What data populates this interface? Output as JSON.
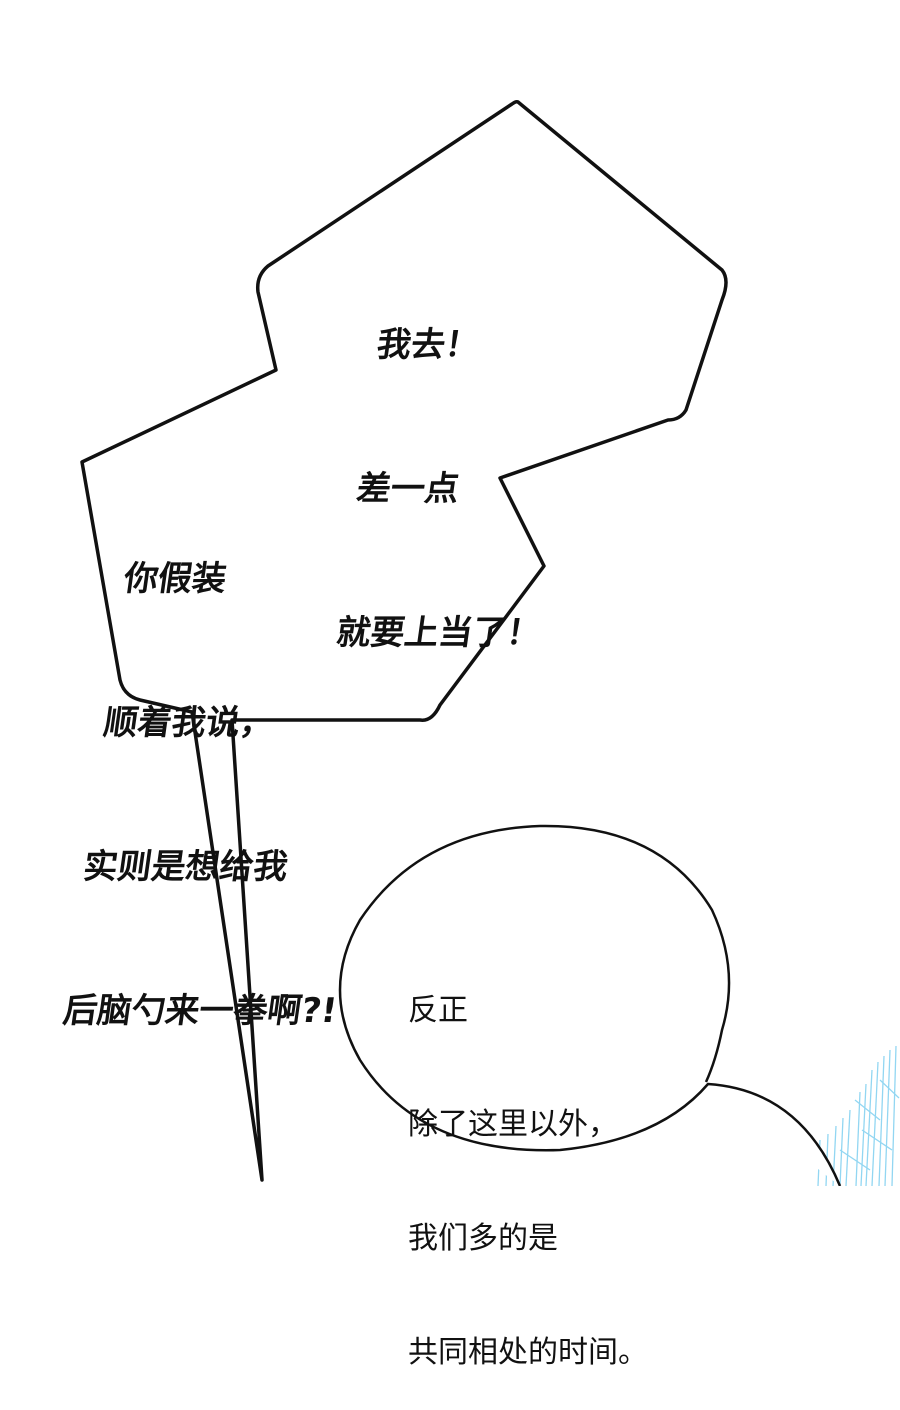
{
  "colors": {
    "background": "#ffffff",
    "ink": "#111111",
    "accent_hatching": "#7fd0f0"
  },
  "balloons": [
    {
      "kind": "spiky-shout",
      "lines": [
        "我去！",
        "差一点",
        "就要上当了！"
      ]
    },
    {
      "kind": "spiky-shout-with-tail",
      "lines": [
        "你假装",
        "顺着我说，",
        "实则是想给我",
        "后脑勺来一拳啊?!"
      ]
    },
    {
      "kind": "round-calm",
      "lines": [
        "反正",
        "除了这里以外，",
        "我们多的是",
        "共同相处的时间。"
      ]
    }
  ]
}
